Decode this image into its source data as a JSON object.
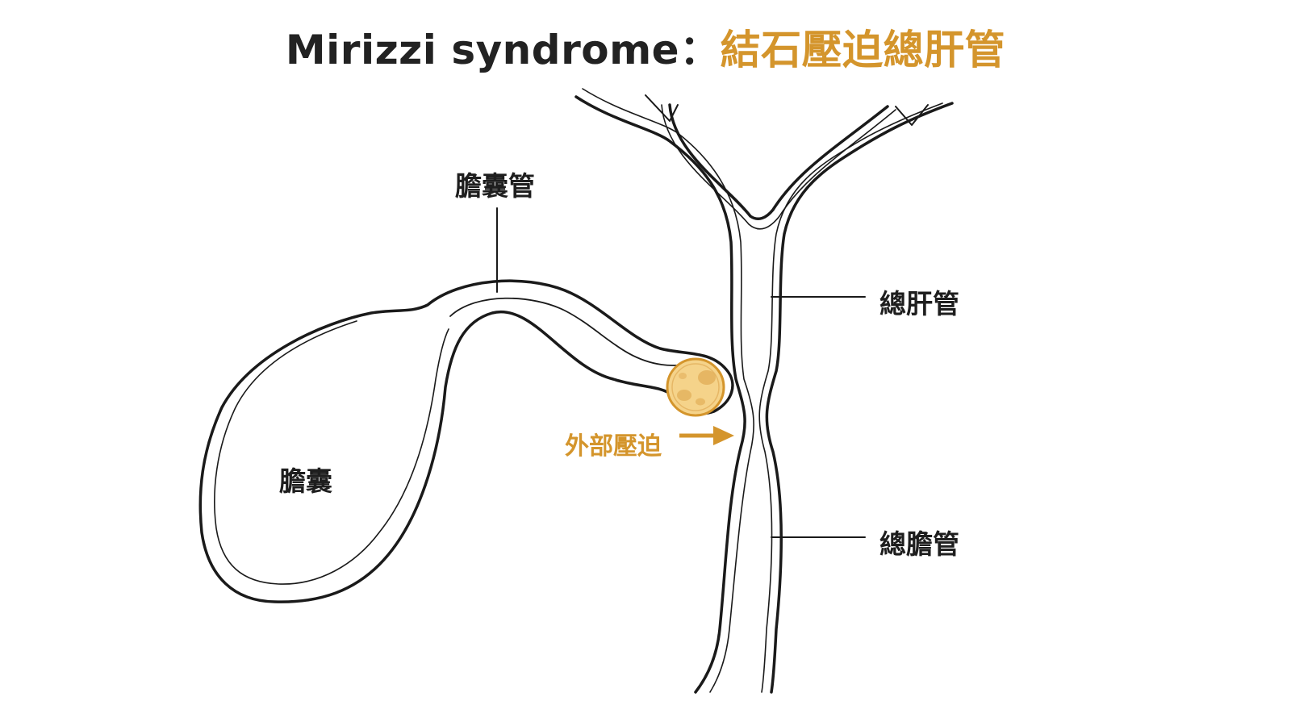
{
  "title": {
    "english": "Mirizzi syndrome",
    "separator": "：",
    "chinese": "結石壓迫總肝管"
  },
  "labels": {
    "cystic_duct": "膽囊管",
    "gallbladder": "膽囊",
    "common_hepatic_duct": "總肝管",
    "common_bile_duct": "總膽管",
    "external_compression": "外部壓迫"
  },
  "colors": {
    "accent": "#d4952c",
    "outline": "#1a1a1a",
    "stone_fill": "#f5d38a",
    "stone_spot": "#e0ac55"
  }
}
